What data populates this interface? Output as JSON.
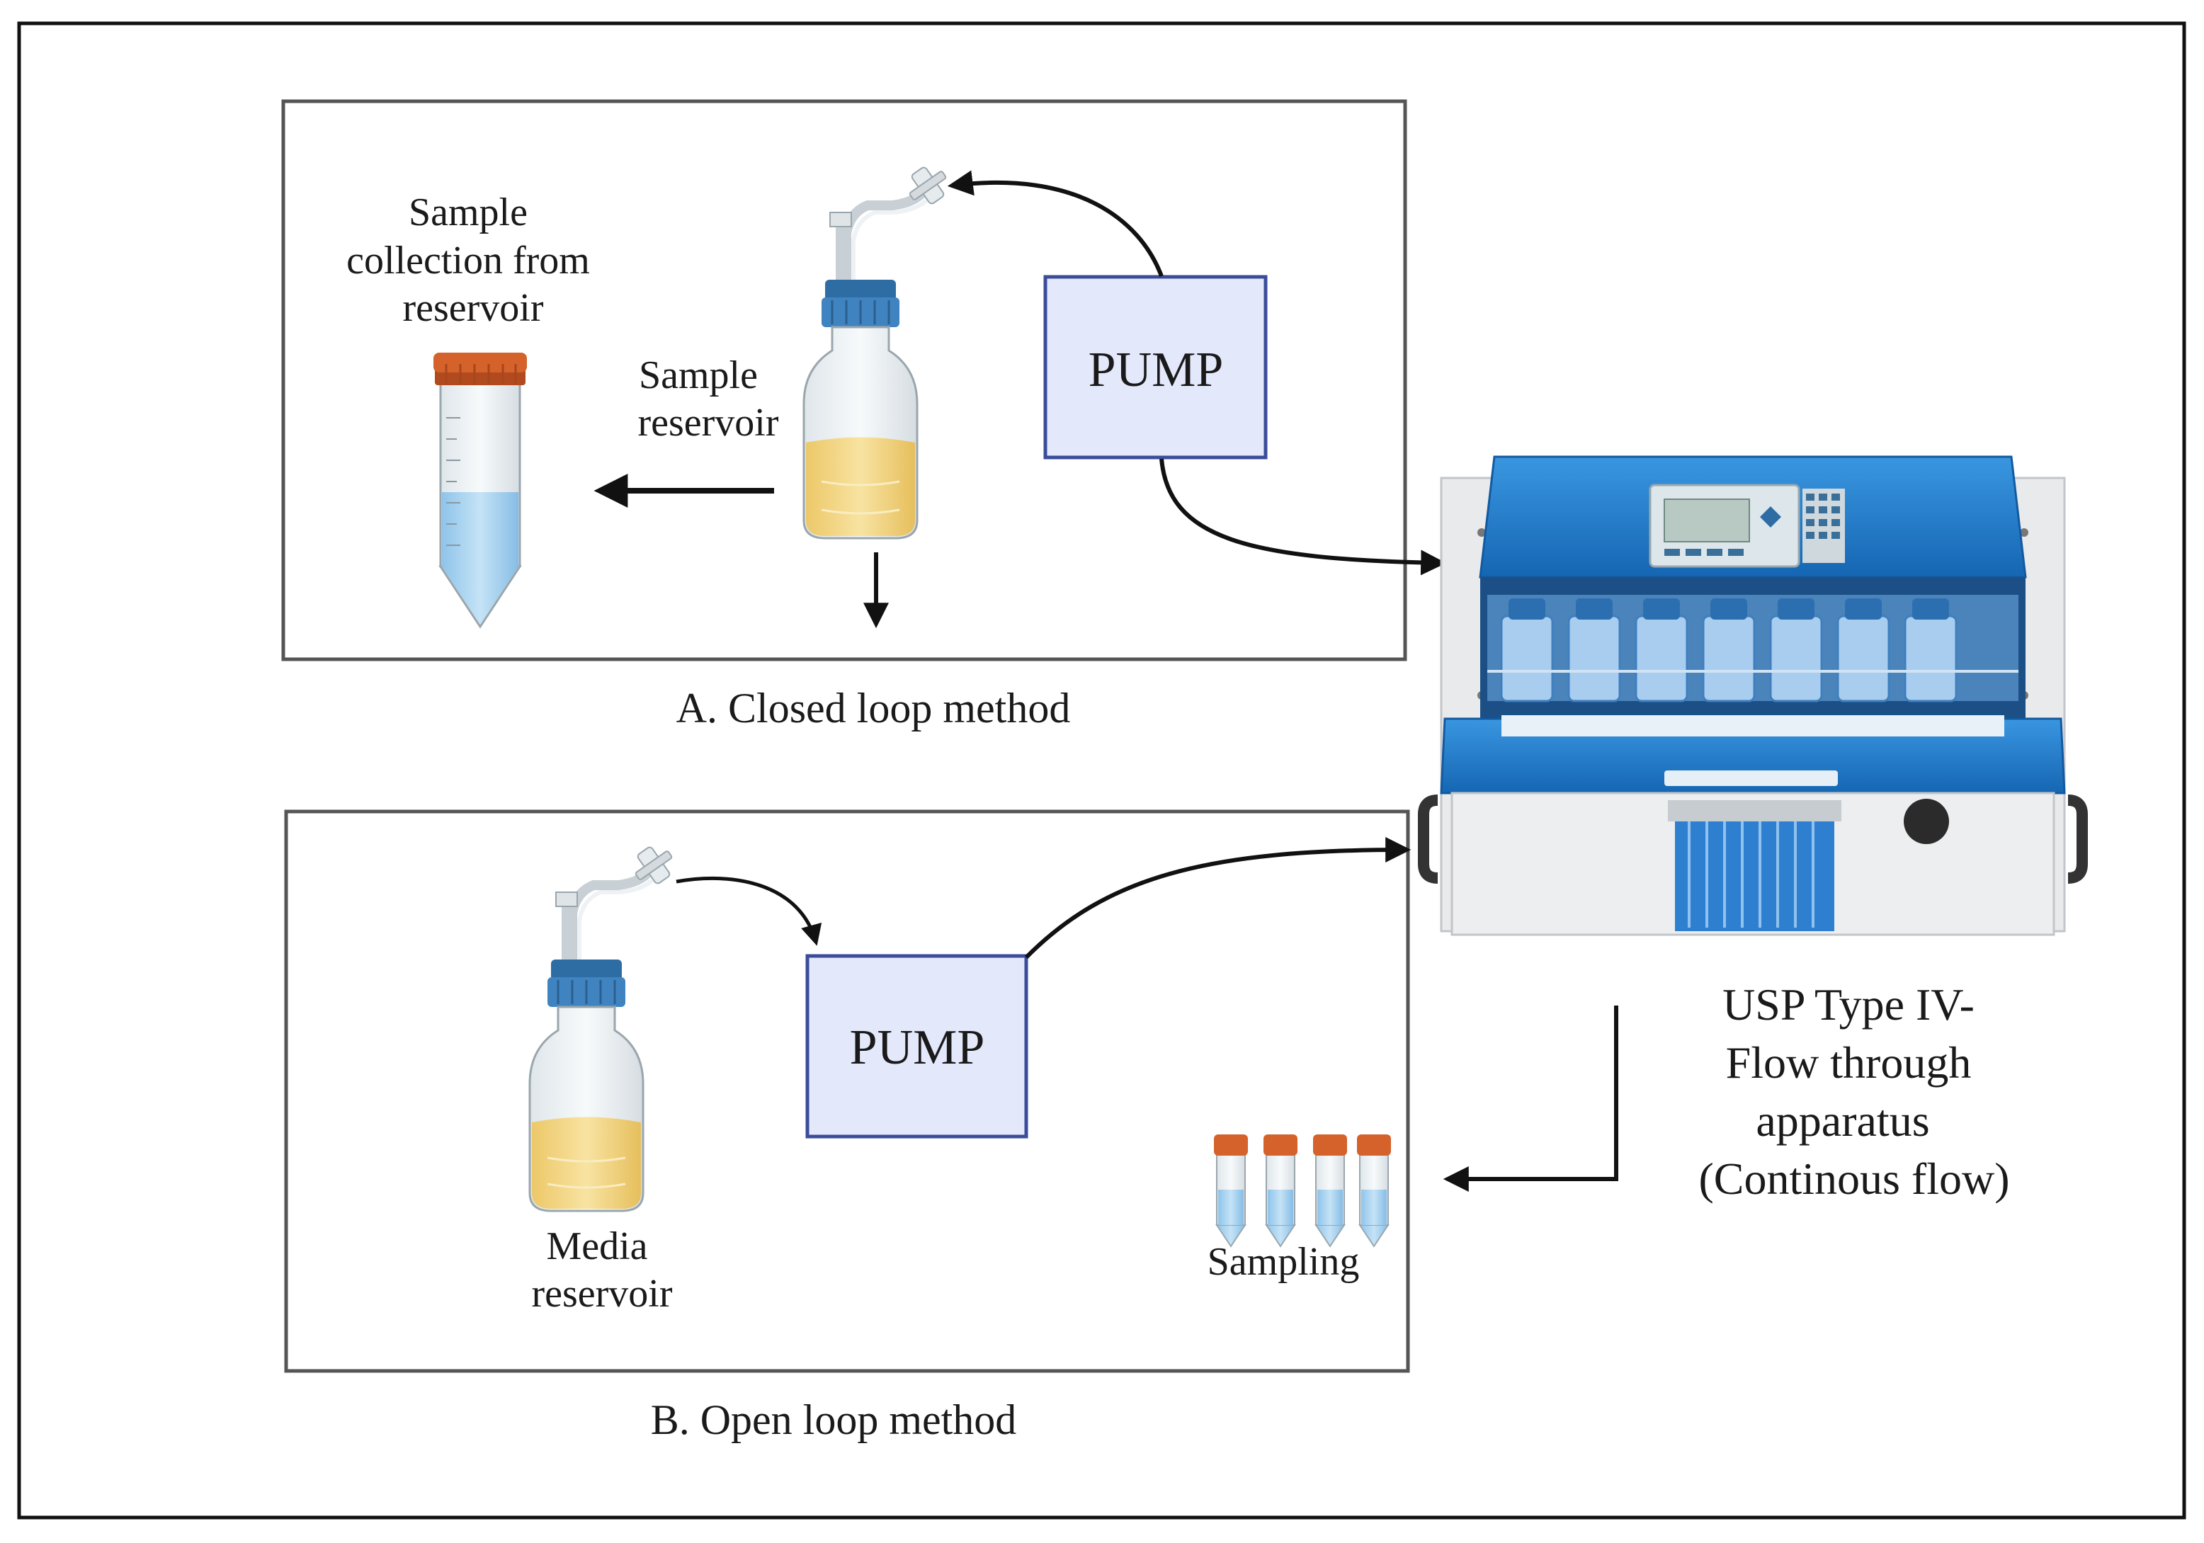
{
  "panel_a": {
    "caption": "A. Closed loop  method",
    "pump_label": "PUMP",
    "collection_label": [
      "Sample",
      "collection from",
      "reservoir"
    ],
    "reservoir_label": [
      "Sample",
      "reservoir"
    ]
  },
  "panel_b": {
    "caption": "B. Open loop method",
    "pump_label": "PUMP",
    "reservoir_label": [
      "Media",
      "reservoir"
    ],
    "sampling_label": "Sampling"
  },
  "apparatus": {
    "label": [
      "USP Type IV-",
      "Flow through",
      "apparatus",
      "(Continous flow)"
    ]
  },
  "colors": {
    "pump_fill": "#e4e8fb",
    "pump_stroke": "#3b4d9a",
    "tube_cap": "#d4622a",
    "liquid_blue": "#a9d3f0",
    "liquid_yellow": "#f4d98a",
    "bottle_cap": "#2e6da4",
    "apparatus_blue": "#1f7fd0"
  }
}
